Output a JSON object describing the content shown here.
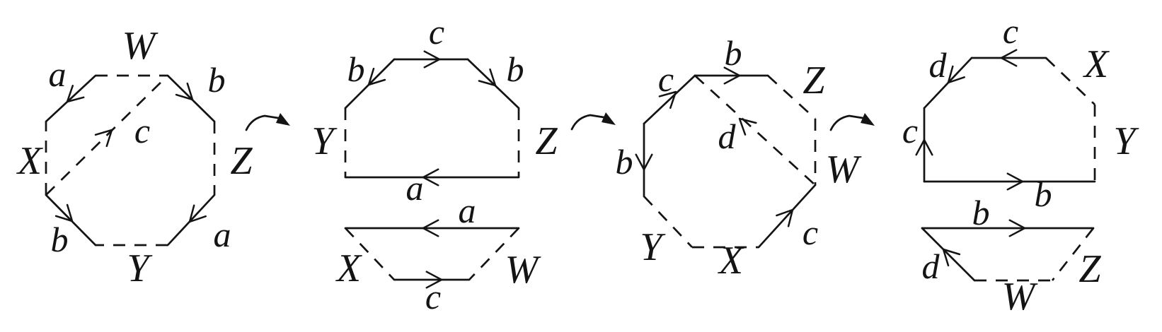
{
  "figure": {
    "background": "#ffffff",
    "ink": "#141414",
    "diagram1": {
      "vertex_W": "W",
      "vertex_X": "X",
      "vertex_Y": "Y",
      "vertex_Z": "Z",
      "edge_a_top_left": "a",
      "edge_b_top_right": "b",
      "edge_b_bottom_left": "b",
      "edge_a_bottom_right": "a",
      "diagonal_c": "c"
    },
    "diagram2": {
      "hex_c_top": "c",
      "hex_b_left": "b",
      "hex_b_right": "b",
      "hex_Y": "Y",
      "hex_Z": "Z",
      "hex_a_bottom": "a",
      "trap_a_top": "a",
      "trap_X": "X",
      "trap_W": "W",
      "trap_c_bottom": "c"
    },
    "diagram3": {
      "edge_b_top": "b",
      "vertex_Z": "Z",
      "edge_c_top_left": "c",
      "diagonal_d": "d",
      "edge_b_left": "b",
      "vertex_W": "W",
      "edge_c_bottom_right": "c",
      "vertex_Y": "Y",
      "vertex_X": "X"
    },
    "diagram4": {
      "hex_c_top": "c",
      "hex_d_left": "d",
      "hex_X": "X",
      "hex_c_left": "c",
      "hex_Y": "Y",
      "hex_b_bottom": "b",
      "trap_b_top": "b",
      "trap_d_left": "d",
      "trap_W": "W",
      "trap_Z": "Z"
    }
  }
}
